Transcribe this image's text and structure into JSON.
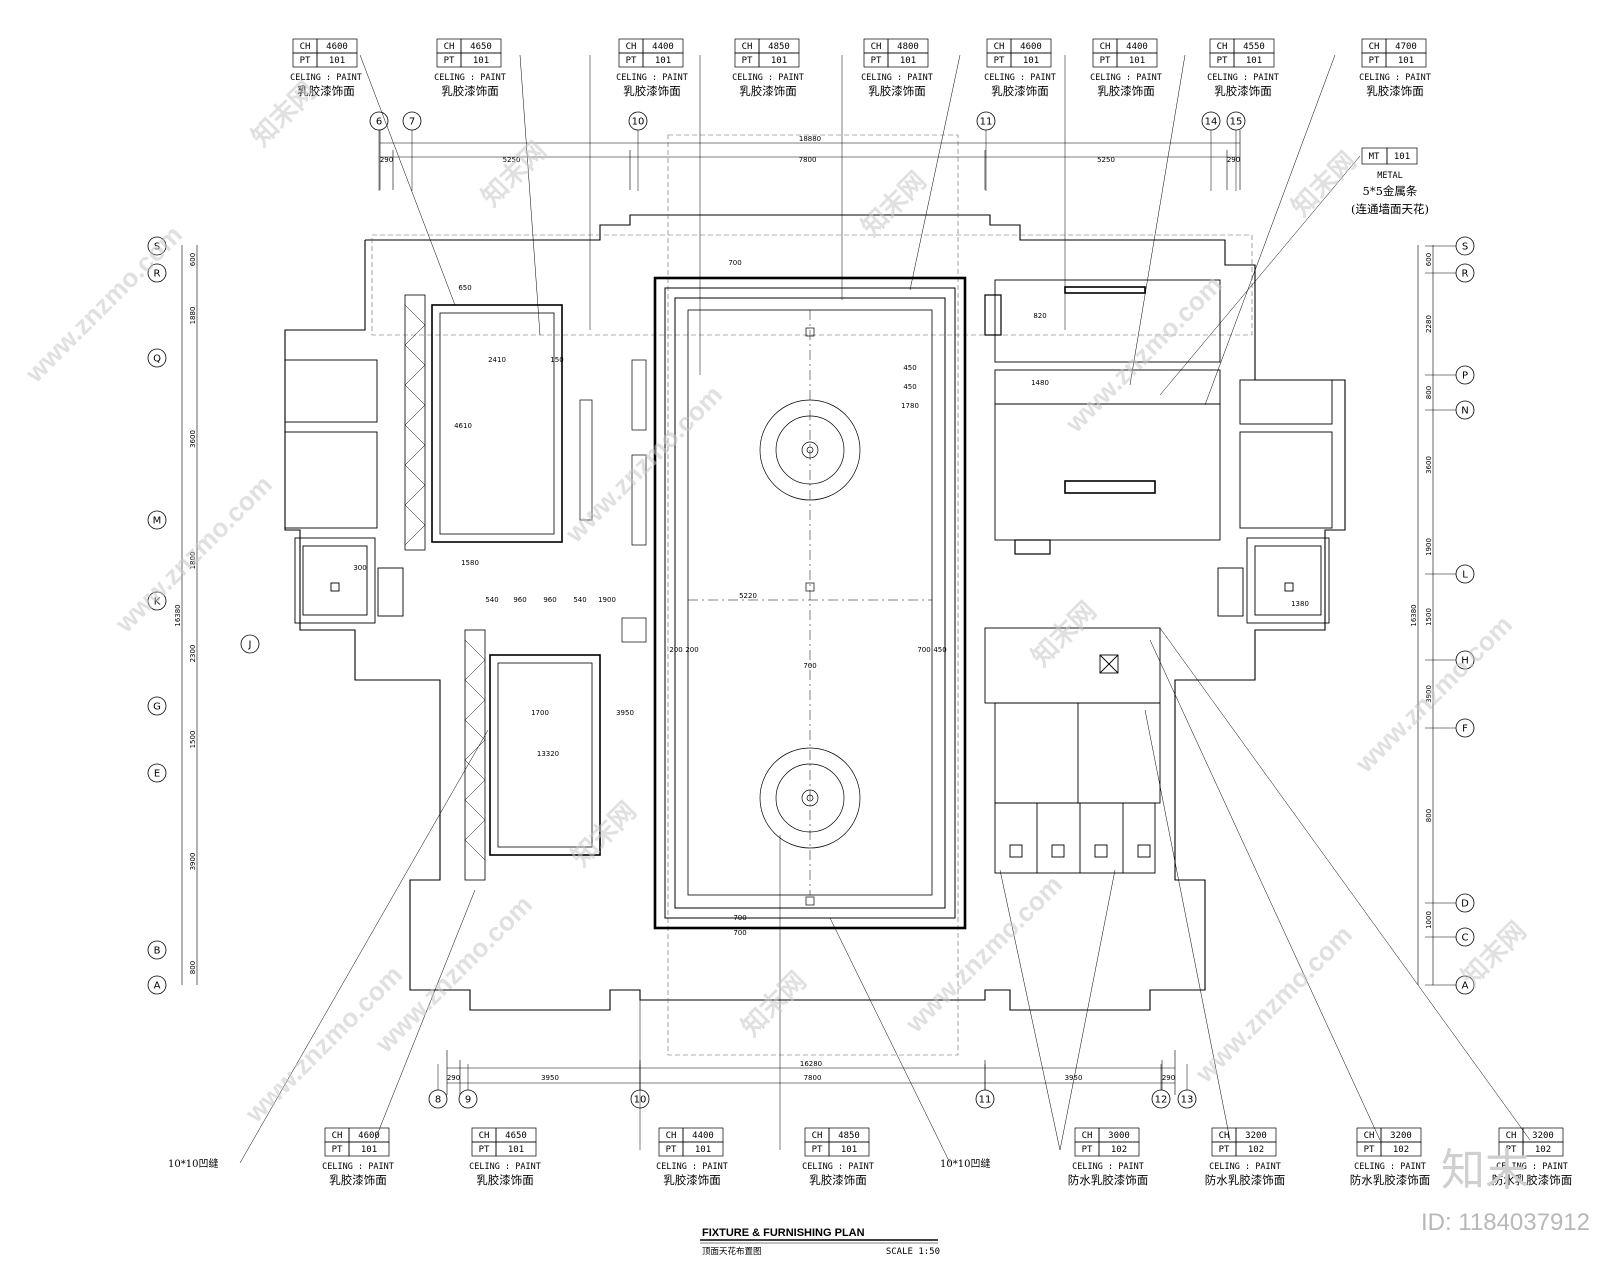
{
  "drawing": {
    "title": "FIXTURE & FURNISHING PLAN",
    "subtitle": "顶面天花布置图",
    "scale": "SCALE 1:50"
  },
  "top_tags": [
    {
      "ch": "4600",
      "pt": "101",
      "en": "CELING : PAINT",
      "cn": "乳胶漆饰面"
    },
    {
      "ch": "4650",
      "pt": "101",
      "en": "CELING : PAINT",
      "cn": "乳胶漆饰面"
    },
    {
      "ch": "4400",
      "pt": "101",
      "en": "CELING : PAINT",
      "cn": "乳胶漆饰面"
    },
    {
      "ch": "4850",
      "pt": "101",
      "en": "CELING : PAINT",
      "cn": "乳胶漆饰面"
    },
    {
      "ch": "4800",
      "pt": "101",
      "en": "CELING : PAINT",
      "cn": "乳胶漆饰面"
    },
    {
      "ch": "4600",
      "pt": "101",
      "en": "CELING : PAINT",
      "cn": "乳胶漆饰面"
    },
    {
      "ch": "4400",
      "pt": "101",
      "en": "CELING : PAINT",
      "cn": "乳胶漆饰面"
    },
    {
      "ch": "4550",
      "pt": "101",
      "en": "CELING : PAINT",
      "cn": "乳胶漆饰面"
    },
    {
      "ch": "4700",
      "pt": "101",
      "en": "CELING : PAINT",
      "cn": "乳胶漆饰面"
    }
  ],
  "bottom_tags": [
    {
      "ch": "4600",
      "pt": "101",
      "en": "CELING : PAINT",
      "cn": "乳胶漆饰面"
    },
    {
      "ch": "4650",
      "pt": "101",
      "en": "CELING : PAINT",
      "cn": "乳胶漆饰面"
    },
    {
      "ch": "4400",
      "pt": "101",
      "en": "CELING : PAINT",
      "cn": "乳胶漆饰面"
    },
    {
      "ch": "4850",
      "pt": "101",
      "en": "CELING : PAINT",
      "cn": "乳胶漆饰面"
    },
    {
      "ch": "3000",
      "pt": "102",
      "en": "CELING : PAINT",
      "cn": "防水乳胶漆饰面"
    },
    {
      "ch": "3200",
      "pt": "102",
      "en": "CELING : PAINT",
      "cn": "防水乳胶漆饰面"
    },
    {
      "ch": "3200",
      "pt": "102",
      "en": "CELING : PAINT",
      "cn": "防水乳胶漆饰面"
    },
    {
      "ch": "3200",
      "pt": "102",
      "en": "CELING : PAINT",
      "cn": "防水乳胶漆饰面"
    }
  ],
  "metal_tag": {
    "code": "MT",
    "num": "101",
    "en": "METAL",
    "cn1": "5*5金属条",
    "cn2": "(连通墙面天花)"
  },
  "notes": {
    "groove_left": "10*10凹缝",
    "groove_center": "10*10凹缝"
  },
  "grid_top": [
    "6",
    "7",
    "10",
    "11",
    "14",
    "15"
  ],
  "grid_bottom": [
    "8",
    "9",
    "10",
    "11",
    "12",
    "13"
  ],
  "grid_left": [
    "S",
    "R",
    "Q",
    "M",
    "K",
    "J",
    "G",
    "E",
    "B",
    "A"
  ],
  "grid_right": [
    "S",
    "R",
    "P",
    "N",
    "L",
    "H",
    "F",
    "D",
    "C",
    "A"
  ],
  "dims_top": {
    "overall": "18880",
    "segments": [
      "290",
      "5250",
      "7800",
      "5250",
      "290"
    ]
  },
  "dims_bottom": {
    "overall": "16280",
    "segments": [
      "290",
      "3950",
      "7800",
      "3950",
      "290"
    ]
  },
  "dims_left": {
    "overall": "16380",
    "segments": [
      "600",
      "1880",
      "3600",
      "1800",
      "2300",
      "1500",
      "3900",
      "800"
    ]
  },
  "dims_right": {
    "overall": "16380",
    "segments": [
      "600",
      "2280",
      "800",
      "3600",
      "1900",
      "1500",
      "3900",
      "800",
      "1000"
    ]
  },
  "dims_inner": [
    "700",
    "650",
    "2410",
    "150",
    "4610",
    "1580",
    "540",
    "960",
    "960",
    "540",
    "1900",
    "1700",
    "3950",
    "13320",
    "5220",
    "700",
    "200",
    "200",
    "700",
    "450",
    "450",
    "450",
    "1780",
    "820",
    "1480",
    "1380",
    "300",
    "700",
    "700"
  ],
  "watermarks": {
    "site": "www.znzmo.com",
    "brand": "知末网",
    "logo": "知末",
    "id": "ID: 1184037912"
  }
}
